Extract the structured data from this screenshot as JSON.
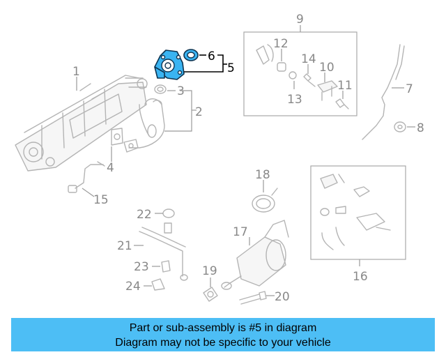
{
  "callouts": {
    "c1": "1",
    "c2": "2",
    "c3": "3",
    "c4": "4",
    "c5": "5",
    "c6": "6",
    "c7": "7",
    "c8": "8",
    "c9": "9",
    "c10": "10",
    "c11": "11",
    "c12": "12",
    "c13": "13",
    "c14": "14",
    "c15": "15",
    "c16": "16",
    "c17": "17",
    "c18": "18",
    "c19": "19",
    "c20": "20",
    "c21": "21",
    "c22": "22",
    "c23": "23",
    "c24": "24"
  },
  "highlight": {
    "part_number": "5",
    "color": "#3ab4f2"
  },
  "footer": {
    "line1": "Part or sub-assembly is #5 in diagram",
    "line2": "Diagram may not be specific to your vehicle",
    "background": "#4dbef5"
  }
}
